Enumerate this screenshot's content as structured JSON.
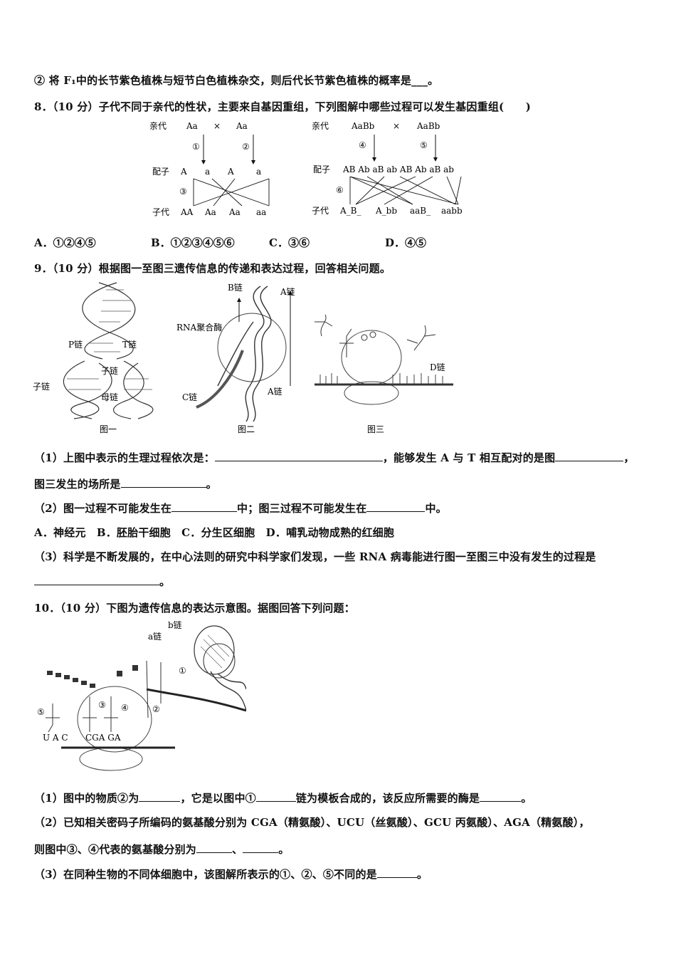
{
  "q7": {
    "text2": "② 将 F₁中的长节紫色植株与短节白色植株杂交，则后代长节紫色植株的概率是___。"
  },
  "q8": {
    "stem": "8．（10 分）子代不同于亲代的性状，主要来自基因重组，下列图解中哪些过程可以发生基因重组(　　)",
    "left": {
      "parent_label": "亲代",
      "p1": "Aa",
      "x": "×",
      "p2": "Aa",
      "n1": "①",
      "n2": "②",
      "gamete_label": "配子",
      "g": [
        "A",
        "a",
        "A",
        "a"
      ],
      "n3": "③",
      "child_label": "子代",
      "c": [
        "AA",
        "Aa",
        "Aa",
        "aa"
      ]
    },
    "right": {
      "parent_label": "亲代",
      "p1": "AaBb",
      "x": "×",
      "p2": "AaBb",
      "n4": "④",
      "n5": "⑤",
      "gamete_label": "配子",
      "g": "AB Ab aB ab   AB Ab aB ab",
      "n6": "⑥",
      "child_label": "子代",
      "c": [
        "A_B_",
        "A_bb",
        "aaB_",
        "aabb"
      ]
    },
    "options": [
      "A．①②④⑤",
      "B．①②③④⑤⑥",
      "C．③⑥",
      "D．④⑤"
    ]
  },
  "q9": {
    "stem": "9．（10 分）根据图一至图三遗传信息的传递和表达过程，回答相关问题。",
    "fig1": {
      "caption": "图一",
      "p": "P链",
      "t": "T链",
      "child1": "子链",
      "child2": "子链",
      "mother": "母链"
    },
    "fig2": {
      "caption": "图二",
      "b": "B链",
      "a": "A链",
      "a2": "A链",
      "rna": "RNA聚合酶",
      "c": "C链"
    },
    "fig3": {
      "caption": "图三",
      "d": "D链"
    },
    "p1a": "（1）上图中表示的生理过程依次是：",
    "p1b": "，能够发生 A 与 T 相互配对的是图",
    "p1c": "，",
    "p1d": "图三发生的场所是",
    "p1e": "。",
    "p2a": "（2）图一过程不可能发生在",
    "p2b": "中；图三过程不可能发生在",
    "p2c": "中。",
    "p2opts": "A．神经元　B．胚胎干细胞　C．分生区细胞　D．哺乳动物成熟的红细胞",
    "p3": "（3）科学是不断发展的，在中心法则的研究中科学家们发现，一些 RNA 病毒能进行图一至图三中没有发生的过程是",
    "p3end": "。"
  },
  "q10": {
    "stem": "10．（10 分）下图为遗传信息的表达示意图。据图回答下列问题：",
    "fig": {
      "b": "b链",
      "a": "a链",
      "n1": "①",
      "n2": "②",
      "n3": "③",
      "n4": "④",
      "n5": "⑤",
      "uac": "U A C",
      "cga": "CGA GA"
    },
    "p1a": "（1）图中的物质②为",
    "p1b": "，它是以图中①",
    "p1c": "链为模板合成的，该反应所需要的酶是",
    "p1d": "。",
    "p2a": "（2）已知相关密码子所编码的氨基酸分别为 CGA（精氨酸）、UCU（丝氨酸）、GCU 丙氨酸）、AGA（精氨酸），",
    "p2b": "则图中③、④代表的氨基酸分别为",
    "p2c": "、",
    "p2d": "。",
    "p3a": "（3）在同种生物的不同体细胞中，该图解所表示的①、②、⑤不同的是",
    "p3b": "。"
  }
}
